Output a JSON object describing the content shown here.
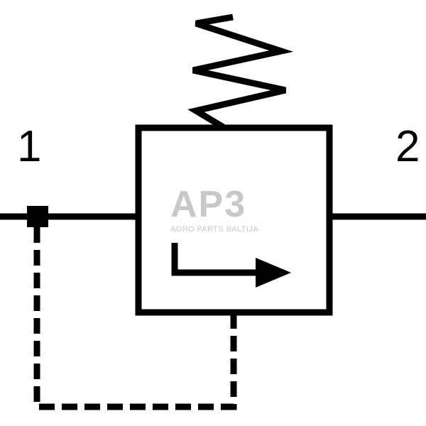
{
  "ports": {
    "inlet_label": "1",
    "outlet_label": "2"
  },
  "watermark": {
    "logo_text": "AP3",
    "subtitle": "AGRO PARTS BALTIJA"
  },
  "colors": {
    "line": "#000000",
    "background": "#ffffff",
    "watermark": "#c8c8c8"
  }
}
